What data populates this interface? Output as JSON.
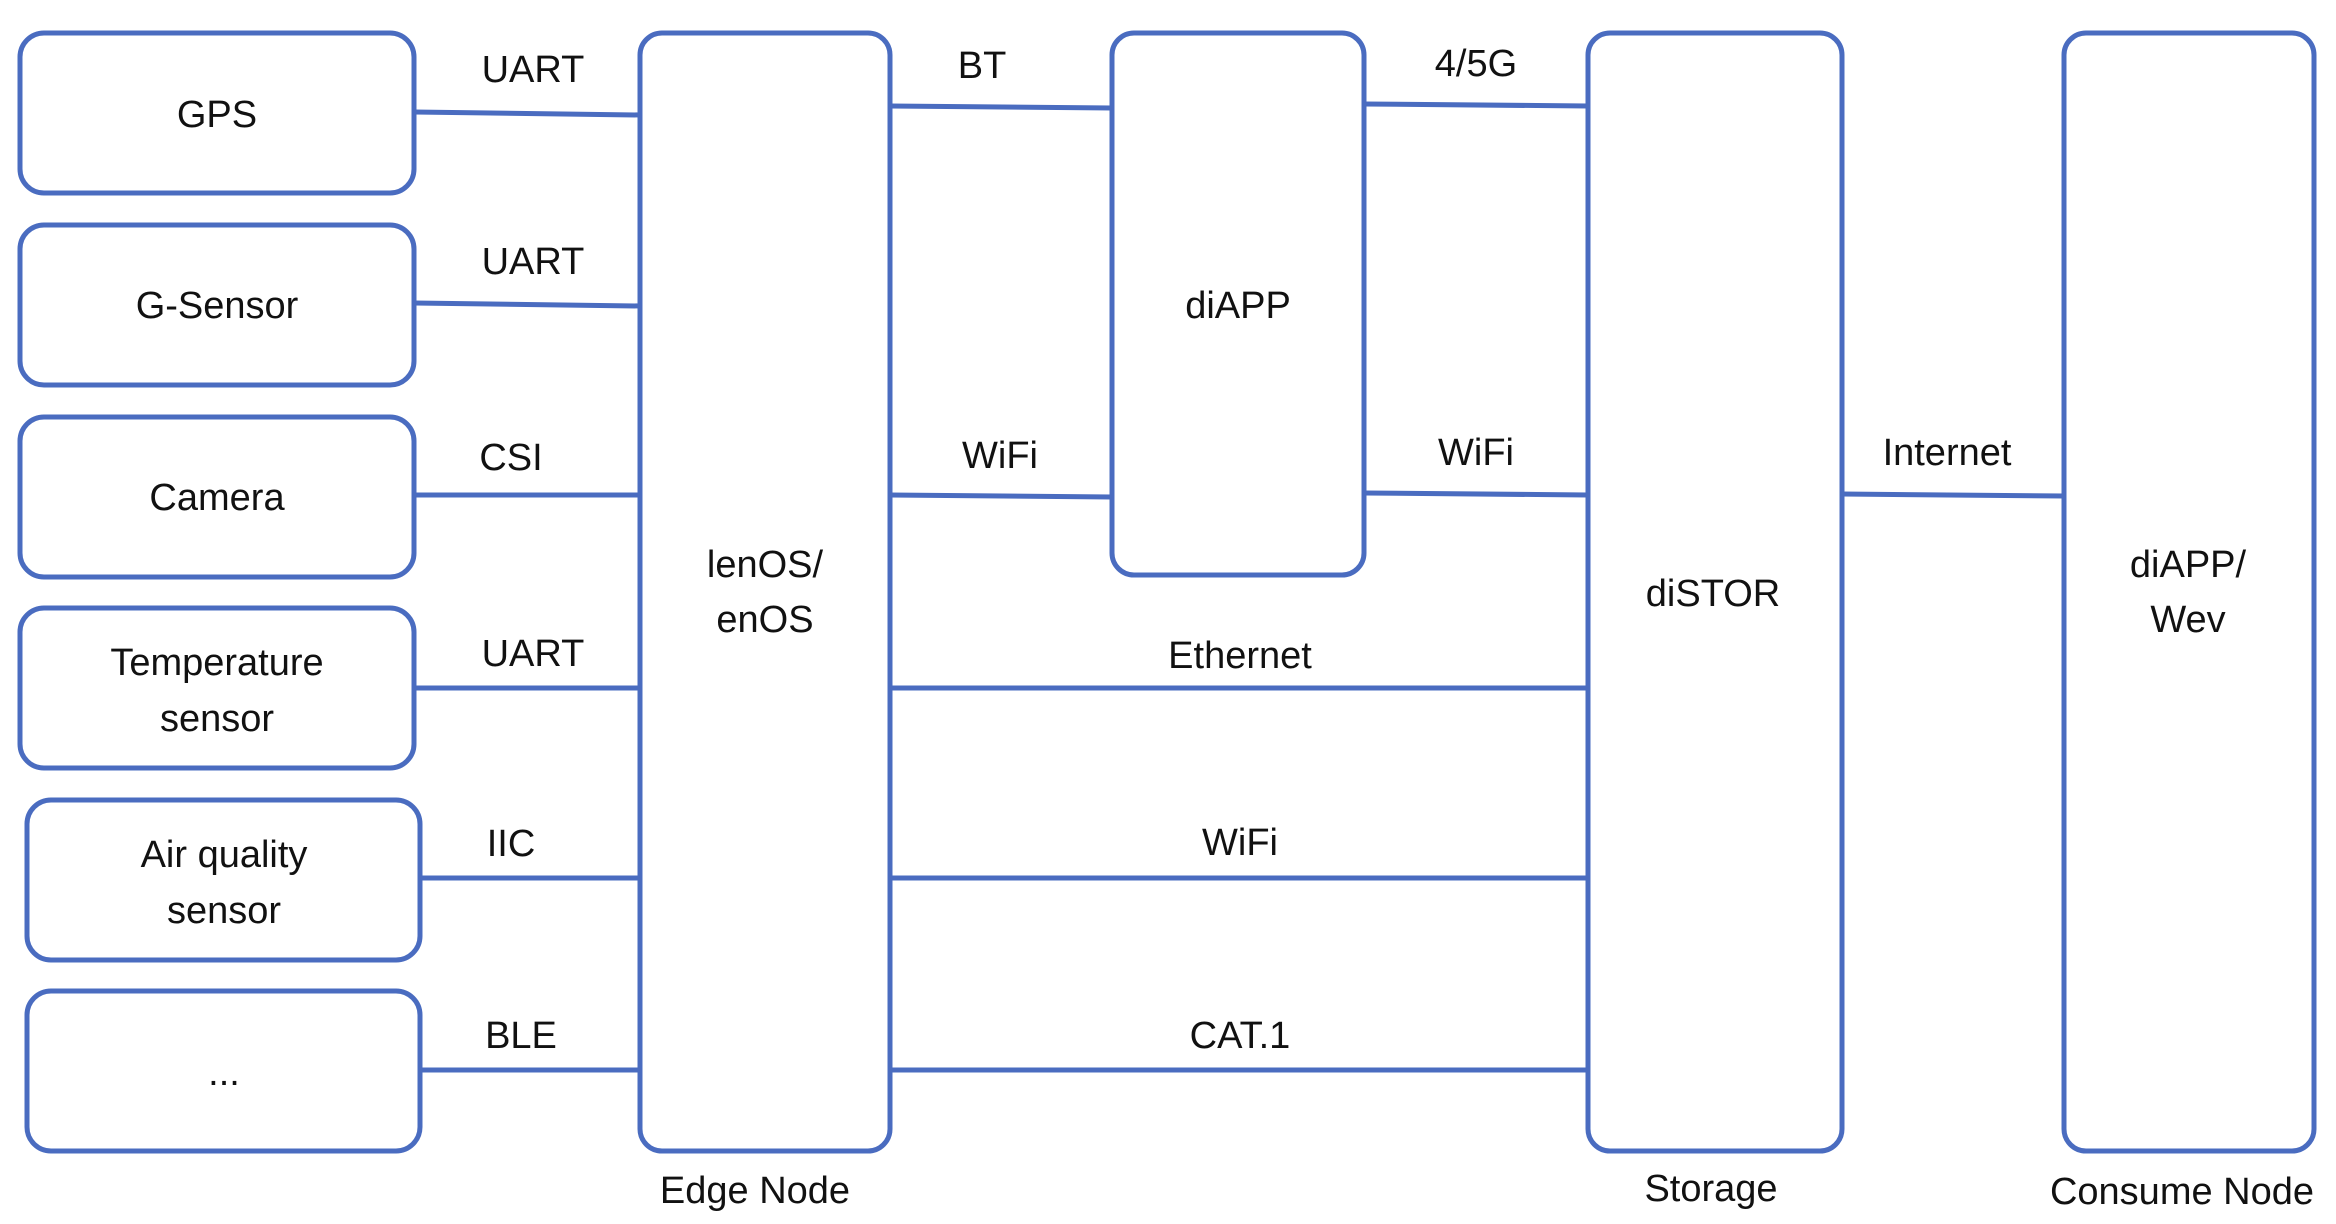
{
  "colors": {
    "stroke": "#4a6cc0",
    "text": "#111111"
  },
  "sensors": [
    {
      "line1": "GPS",
      "line2": ""
    },
    {
      "line1": "G-Sensor",
      "line2": ""
    },
    {
      "line1": "Camera",
      "line2": ""
    },
    {
      "line1": "Temperature",
      "line2": "sensor"
    },
    {
      "line1": "Air quality",
      "line2": "sensor"
    },
    {
      "line1": "...",
      "line2": ""
    }
  ],
  "sensor_links": [
    "UART",
    "UART",
    "CSI",
    "UART",
    "IIC",
    "BLE"
  ],
  "edge_node": {
    "line1": "lenOS/",
    "line2": "enOS",
    "caption": "Edge Node"
  },
  "diapp": {
    "label": "diAPP"
  },
  "links": {
    "edge_diapp_top": "BT",
    "edge_diapp_bottom": "WiFi",
    "diapp_storage_top": "4/5G",
    "diapp_storage_bottom": "WiFi",
    "edge_storage_1": "Ethernet",
    "edge_storage_2": "WiFi",
    "edge_storage_3": "CAT.1",
    "storage_consume": "Internet"
  },
  "storage": {
    "label": "diSTOR",
    "caption": "Storage"
  },
  "consume_node": {
    "line1": "diAPP/",
    "line2": "Wev",
    "caption": "Consume Node"
  }
}
